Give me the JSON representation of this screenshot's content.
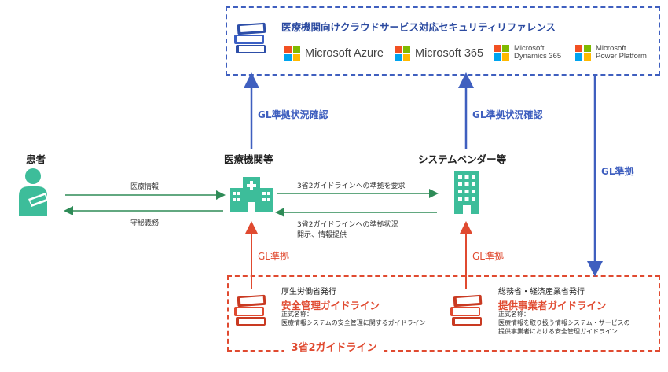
{
  "reference": {
    "title": "医療機関向けクラウドサービス対応セキュリティリファレンス",
    "products": [
      {
        "line1": "Microsoft Azure",
        "line2": ""
      },
      {
        "line1": "Microsoft 365",
        "line2": ""
      },
      {
        "line1": "Microsoft",
        "line2": "Dynamics 365"
      },
      {
        "line1": "Microsoft",
        "line2": "Power Platform"
      }
    ]
  },
  "nodes": {
    "patient": "患者",
    "hospital": "医療機関等",
    "vendor": "システムベンダー等"
  },
  "arrows": {
    "gl_check_hospital": "GL準拠状況確認",
    "gl_check_vendor": "GL準拠状況確認",
    "gl_comply_right": "GL準拠",
    "gl_comply_hospital": "GL準拠",
    "gl_comply_vendor": "GL準拠",
    "medical_info": "医療情報",
    "confidentiality": "守秘義務",
    "request_compliance": "3省2ガイドラインへの準拠を要求",
    "disclose_line1": "3省2ガイドラインへの準拠状況",
    "disclose_line2": "開示、情報提供"
  },
  "guidelines": {
    "mhlw": {
      "issuer": "厚生労働省発行",
      "title": "安全管理ガイドライン",
      "formal_label": "正式名称：",
      "formal_name": "医療情報システムの安全管理に関するガイドライン"
    },
    "mic_meti": {
      "issuer": "総務省・経済産業省発行",
      "title": "提供事業者ガイドライン",
      "formal_label": "正式名称：",
      "formal_line1": "医療情報を取り扱う情報システム・サービスの",
      "formal_line2": "提供事業者における安全管理ガイドライン"
    },
    "group_title": "3省2ガイドライン"
  },
  "colors": {
    "blue": "#3f5fbf",
    "red": "#e04a30",
    "green": "#2e8b57",
    "teal_icon": "#3dbd9a"
  }
}
